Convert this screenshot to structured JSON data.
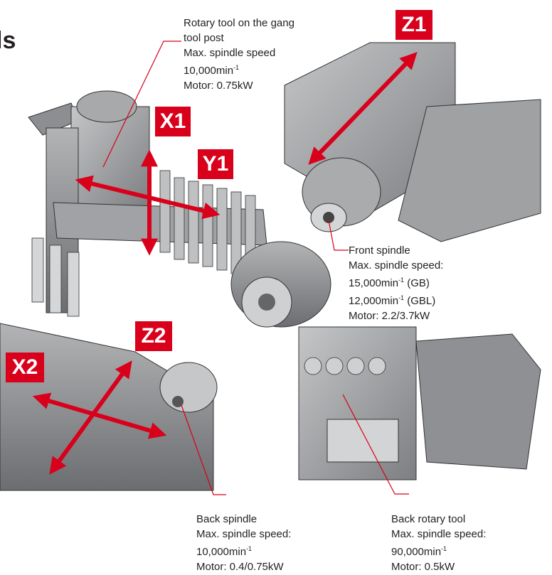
{
  "heading": "ls",
  "axes": {
    "x1": "X1",
    "y1": "Y1",
    "z1": "Z1",
    "x2": "X2",
    "z2": "Z2"
  },
  "callouts": {
    "rotary_tool": {
      "line1": "Rotary tool on the gang",
      "line2": "tool post",
      "line3": "Max. spindle speed",
      "line4": "10,000min",
      "line4_sup": "-1",
      "line5": "Motor: 0.75kW"
    },
    "front_spindle": {
      "line1": "Front spindle",
      "line2": "Max. spindle speed:",
      "line3": "15,000min",
      "line3_sup": "-1",
      "line3_suffix": " (GB)",
      "line4": "12,000min",
      "line4_sup": "-1",
      "line4_suffix": " (GBL)",
      "line5": "Motor: 2.2/3.7kW"
    },
    "back_spindle": {
      "line1": "Back spindle",
      "line2": "Max. spindle speed:",
      "line3": "10,000min",
      "line3_sup": "-1",
      "line4": "Motor: 0.4/0.75kW"
    },
    "back_rotary_tool": {
      "line1": "Back rotary tool",
      "line2": "Max. spindle speed:",
      "line3": "90,000min",
      "line3_sup": "-1",
      "line4": "Motor: 0.5kW"
    }
  },
  "colors": {
    "accent": "#d9001b",
    "metal": "#9a9b9d",
    "metal_dark": "#55575a",
    "leader": "#d9001b"
  }
}
